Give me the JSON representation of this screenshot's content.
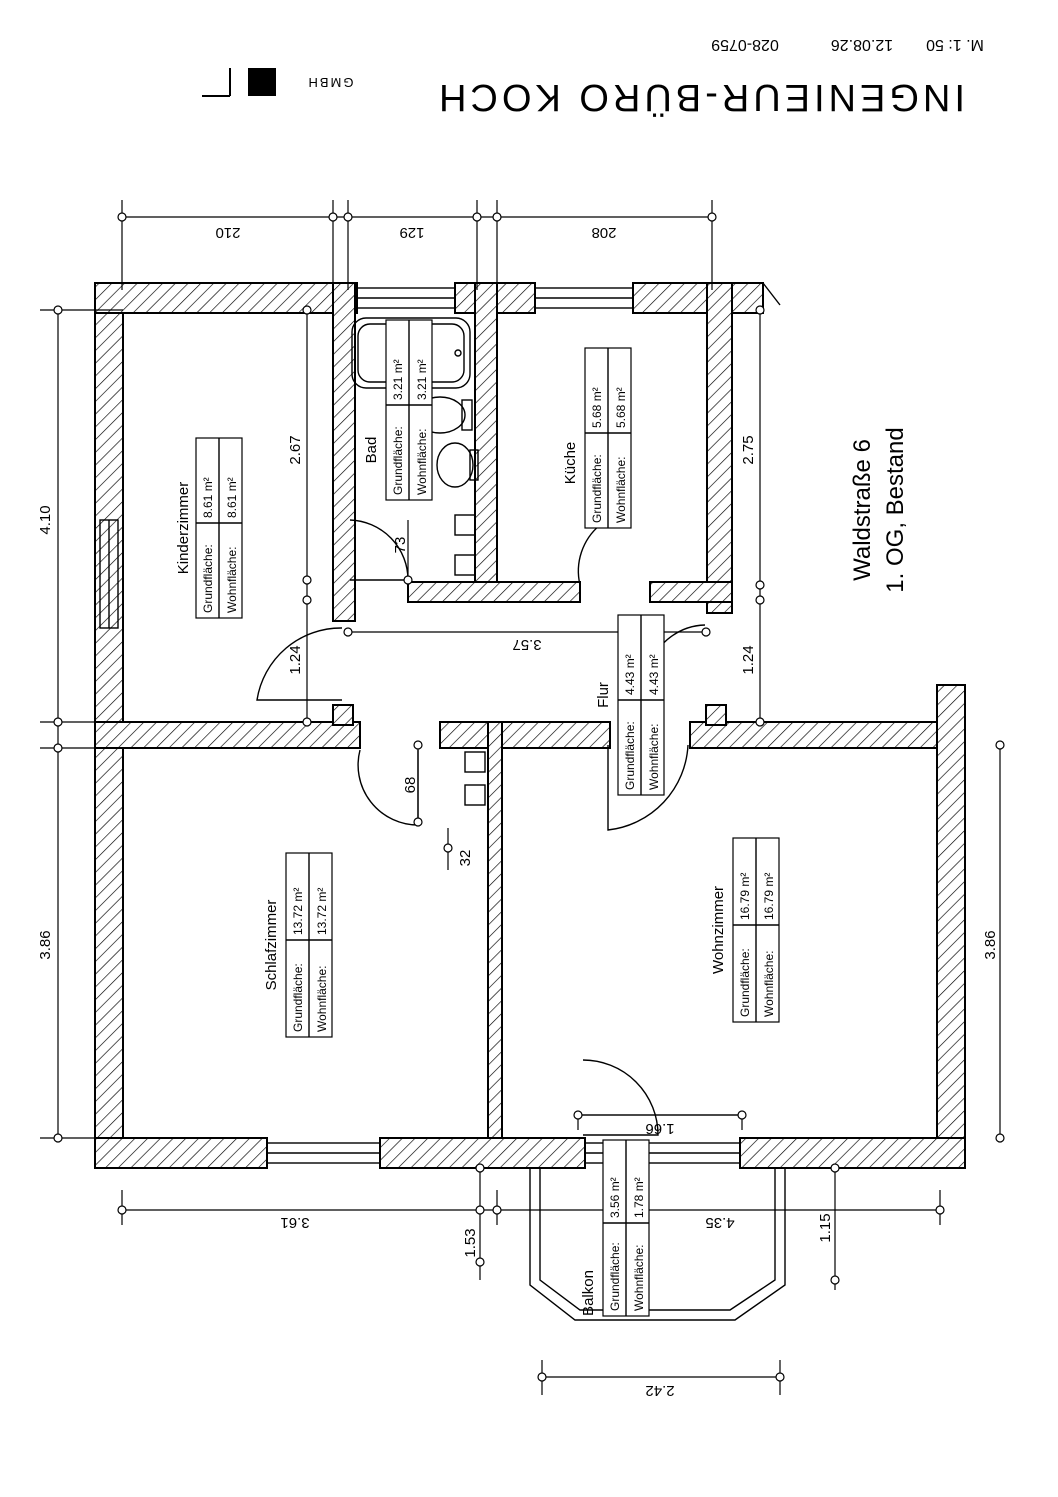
{
  "header": {
    "company": "INGENIEUR-BÜRO KOCH",
    "company_suffix": "GMBH",
    "scale": "M. 1: 50",
    "date": "12.08.26",
    "number": "028-0759"
  },
  "title": {
    "line1": "Waldstraße 6",
    "line2": "1. OG, Bestand"
  },
  "labels": {
    "grund": "Grundfläche:",
    "wohn": "Wohnfläche:"
  },
  "rooms": [
    {
      "name": "Kinderzimmer",
      "grund": "8.61 m²",
      "wohn": "8.61 m²"
    },
    {
      "name": "Bad",
      "grund": "3.21 m²",
      "wohn": "3.21 m²"
    },
    {
      "name": "Küche",
      "grund": "5.68 m²",
      "wohn": "5.68 m²"
    },
    {
      "name": "Flur",
      "grund": "4.43 m²",
      "wohn": "4.43 m²"
    },
    {
      "name": "Schlafzimmer",
      "grund": "13.72 m²",
      "wohn": "13.72 m²"
    },
    {
      "name": "Wohnzimmer",
      "grund": "16.79 m²",
      "wohn": "16.79 m²"
    },
    {
      "name": "Balkon",
      "grund": "3.56 m²",
      "wohn": "1.78 m²"
    }
  ],
  "dimensions": {
    "top": [
      "210",
      "129",
      "208"
    ],
    "left": [
      "4.10",
      "3.86"
    ],
    "inner": [
      "2.67",
      "2.75",
      "1.24",
      "1.24",
      "3.57",
      "73",
      "68",
      "32"
    ],
    "right": [
      "3.86"
    ],
    "bottom": [
      "3.61",
      "4.35",
      "1.53",
      "1.15",
      "1.66",
      "2.42"
    ]
  }
}
